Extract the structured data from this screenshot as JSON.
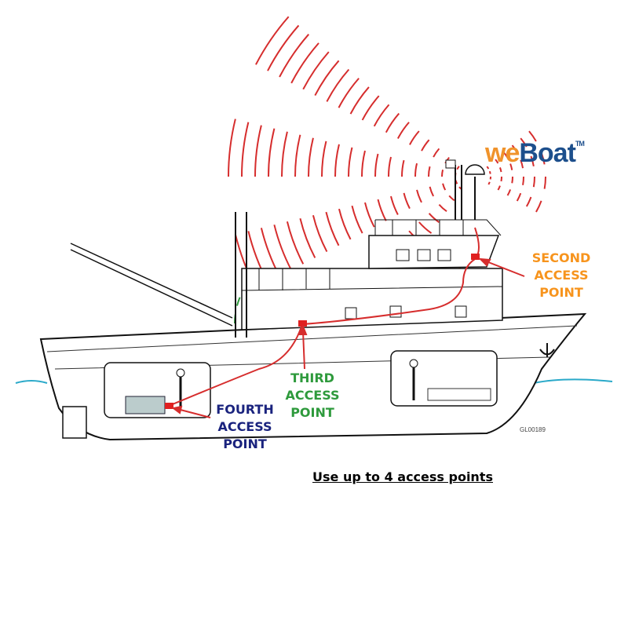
{
  "logo": {
    "part1": "we",
    "part2": "Boat",
    "trademark": "TM"
  },
  "labels": {
    "second": [
      "SECOND",
      "ACCESS",
      "POINT"
    ],
    "third": [
      "THIRD",
      "ACCESS",
      "POINT"
    ],
    "fourth": [
      "FOURTH",
      "ACCESS",
      "POINT"
    ]
  },
  "drawing_code": "GL00189",
  "caption": "Use up to 4 access points",
  "colors": {
    "second": "#f7941d",
    "third": "#2e9a3c",
    "fourth": "#1a237e",
    "cable": "#d62d2d",
    "water": "#2aa9c9"
  }
}
